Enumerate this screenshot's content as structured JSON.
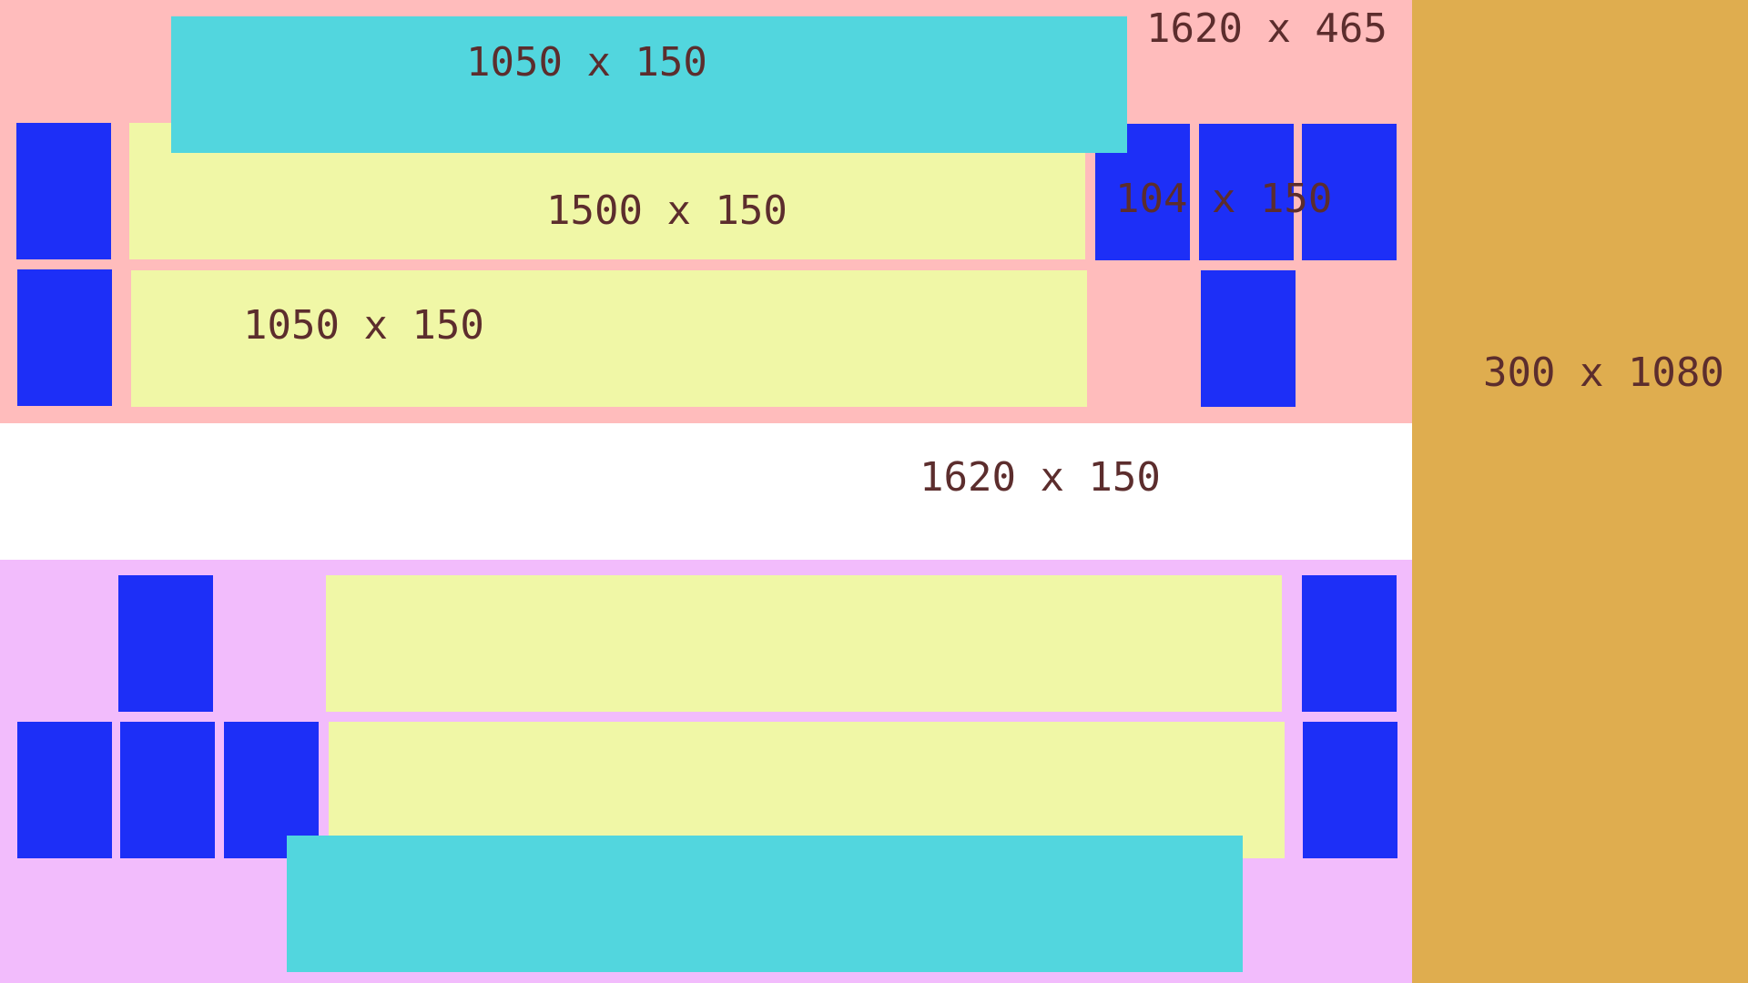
{
  "colors": {
    "top_region": "#ffbcbc",
    "bottom_region": "#f2bcfc",
    "sidebar": "#dfad4f",
    "wide_bar": "#52d6de",
    "long_bar": "#f0f7a6",
    "tile": "#1d2ff7",
    "middle_band": "#ffffff",
    "text": "#5c2d2d"
  },
  "labels": {
    "top_region": "1620 x 465",
    "top_cyan_bar": "1050 x 150",
    "top_yellow_bar_1": "1500 x 150",
    "top_yellow_bar_2": "1050 x 150",
    "top_tile_group": "104 x 150",
    "middle_band": "1620 x 150",
    "sidebar": "300 x 1080"
  }
}
